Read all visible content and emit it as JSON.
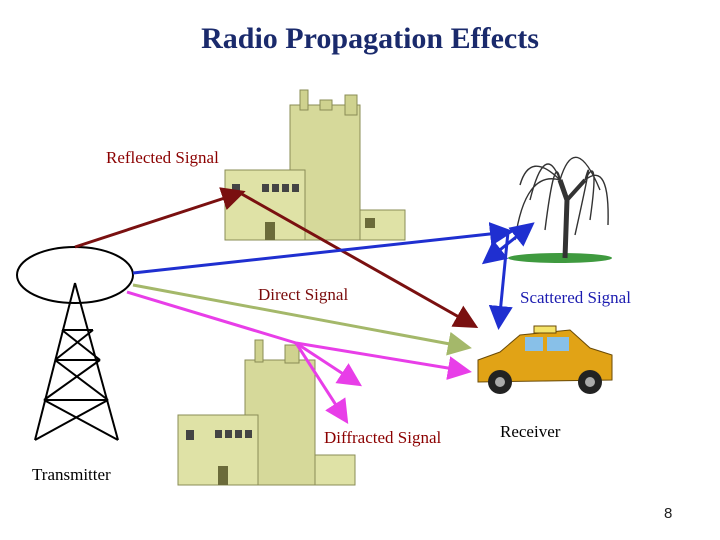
{
  "slide": {
    "title": "Radio Propagation Effects",
    "page_number": "8"
  },
  "labels": {
    "reflected": "Reflected Signal",
    "direct": "Direct Signal",
    "scattered": "Scattered Signal",
    "diffracted": "Diffracted Signal",
    "receiver": "Receiver",
    "transmitter": "Transmitter"
  },
  "colors": {
    "title": "#1a2a6c",
    "reflected_label": "#8b0000",
    "direct_label": "#7a0a0a",
    "scattered_label": "#1c1cb0",
    "diffracted_label": "#8b0000",
    "plain_label": "#000000",
    "reflected_path": "#7a1010",
    "direct_path": "#a4b86a",
    "scattered_path": "#1f2fd0",
    "diffracted_path": "#e83ee8",
    "building": "#d6d99a",
    "taxi": "#e1a316"
  },
  "icons": [
    "transmitter-tower-icon",
    "building-icon",
    "tree-icon",
    "taxi-icon"
  ]
}
